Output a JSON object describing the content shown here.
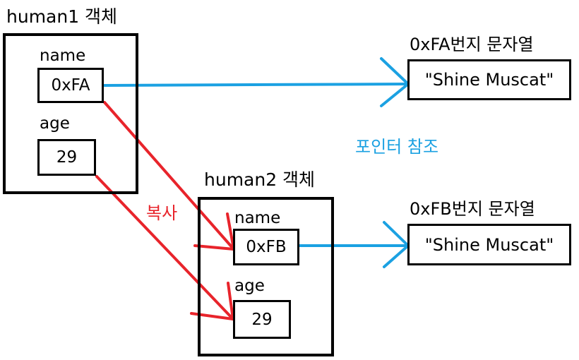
{
  "human1": {
    "title": "human1 객체",
    "name_label": "name",
    "name_value": "0xFA",
    "age_label": "age",
    "age_value": "29"
  },
  "human2": {
    "title": "human2 객체",
    "name_label": "name",
    "name_value": "0xFB",
    "age_label": "age",
    "age_value": "29"
  },
  "string_a": {
    "address_label": "0xFA번지 문자열",
    "value": "\"Shine Muscat\""
  },
  "string_b": {
    "address_label": "0xFB번지 문자열",
    "value": "\"Shine Muscat\""
  },
  "labels": {
    "pointer_ref": "포인터 참조",
    "copy": "복사"
  },
  "colors": {
    "pointer": "#1ba1e2",
    "copy": "#e8242b",
    "outline": "#000000"
  }
}
